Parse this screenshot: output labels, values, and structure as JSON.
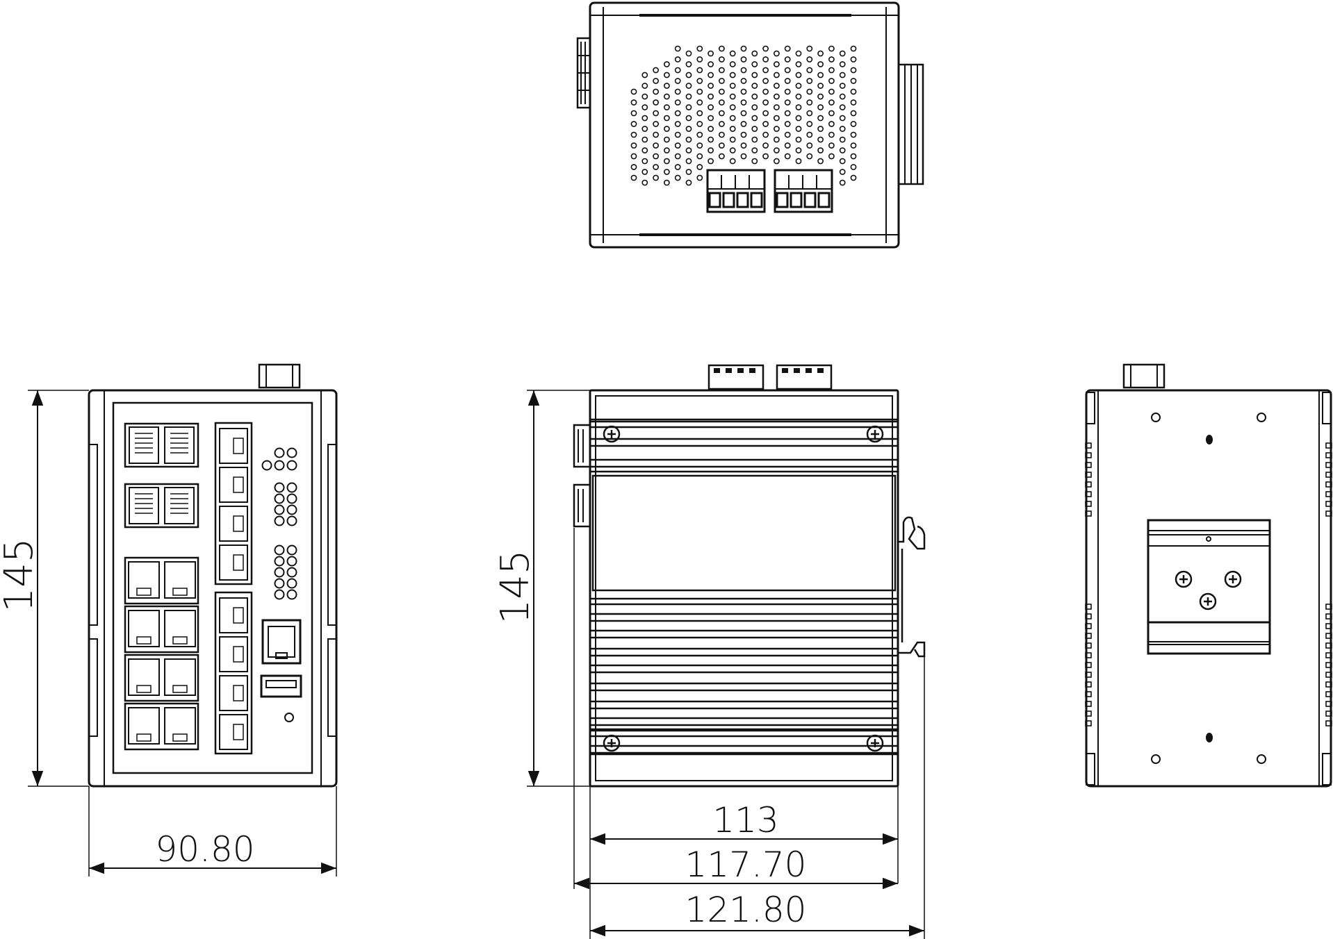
{
  "colors": {
    "line": "#111111",
    "background": "#ffffff"
  },
  "dimensions": {
    "front_height": "145",
    "front_width": "90.80",
    "side_height": "145",
    "side_width_1": "113",
    "side_width_2": "117.70",
    "side_width_3": "121.80"
  }
}
